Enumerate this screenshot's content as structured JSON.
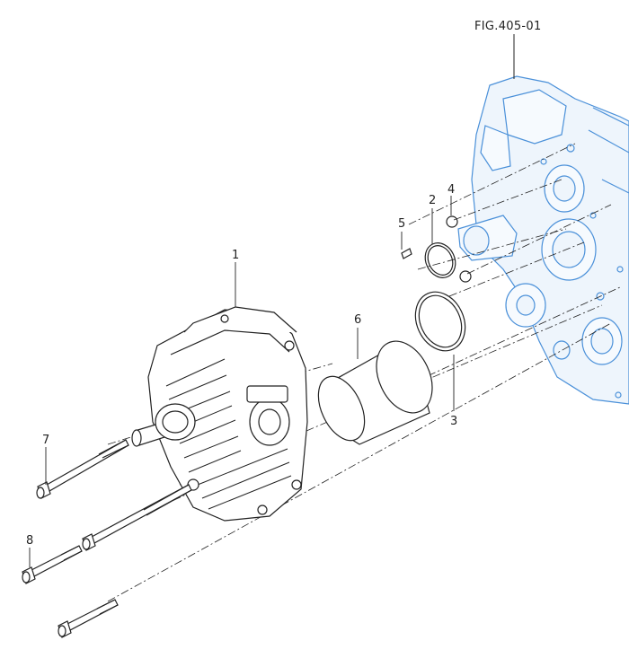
{
  "figure_ref": "FIG.405-01",
  "callouts": [
    "1",
    "2",
    "3",
    "4",
    "5",
    "6",
    "7",
    "8"
  ],
  "colors": {
    "line": "#222222",
    "housing": "#4a90d9",
    "housing_fill": "#eef5fc"
  }
}
